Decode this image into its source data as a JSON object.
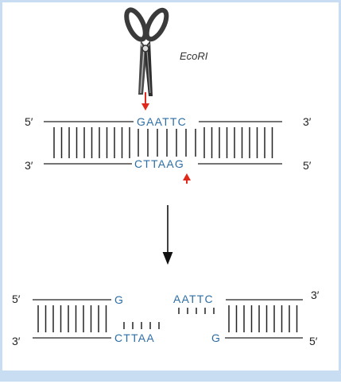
{
  "enzyme_label": "EcoRI",
  "colors": {
    "base_text": "#2e6ea6",
    "cut_arrow": "#e0291b",
    "strand": "#222222",
    "frame": "#c8dcf2"
  },
  "icons": {
    "scissors": "scissors-icon",
    "cut_arrow": "red-down-arrow-icon",
    "process_arrow": "down-arrow-icon"
  },
  "intact_dna": {
    "top": {
      "left_end": "5′",
      "sequence": "GAATTC",
      "right_end": "3′"
    },
    "bottom": {
      "left_end": "3′",
      "sequence": "CTTAAG",
      "right_end": "5′"
    }
  },
  "cut_dna": {
    "left_fragment": {
      "top_left_end": "5′",
      "top_base": "G",
      "bottom_left_end": "3′",
      "bottom_overhang": "CTTAA"
    },
    "right_fragment": {
      "top_overhang": "AATTC",
      "top_right_end": "3′",
      "bottom_base": "G",
      "bottom_right_end": "5′"
    }
  }
}
